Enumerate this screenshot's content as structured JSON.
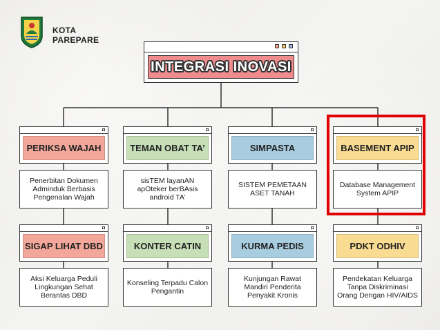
{
  "header": {
    "org_line1": "KOTA",
    "org_line2": "PAREPARE",
    "logo_icon": "parepare-crest-icon"
  },
  "title": "INTEGRASI INOVASI",
  "colors": {
    "title": "#f08b8e",
    "salmon": "#f2a79a",
    "green": "#c6dfb7",
    "blue": "#a9cde0",
    "yellow": "#f9dc92",
    "highlight": "#e00000"
  },
  "innovations": [
    {
      "name": "PERIKSA WAJAH",
      "desc": "Penerbitan Dokumen Adminduk Berbasis Pengenalan Wajah",
      "color": "salmon"
    },
    {
      "name": "TEMAN OBAT TA’",
      "desc": "sisTEM layanAN apOteker berBAsis android TA’",
      "color": "green"
    },
    {
      "name": "SIMPASTA",
      "desc": "SISTEM PEMETAAN ASET TANAH",
      "color": "blue"
    },
    {
      "name": "BASEMENT APIP",
      "desc": "Database Management System APIP",
      "color": "yellow",
      "highlighted": true
    },
    {
      "name": "SIGAP LIHAT DBD",
      "desc": "Aksi Keluarga Peduli Lingkungan Sehat Berantas DBD",
      "color": "salmon"
    },
    {
      "name": "KONTER CATIN",
      "desc": "Konseling Terpadu Calon Pengantin",
      "color": "green"
    },
    {
      "name": "KURMA PEDIS",
      "desc": "Kunjungan Rawat Mandiri Penderita Penyakit Kronis",
      "color": "blue"
    },
    {
      "name": "PDKT ODHIV",
      "desc": "Pendekatan Keluarga Tanpa Diskriminasi Orang Dengan HIV/AIDS",
      "color": "yellow"
    }
  ]
}
